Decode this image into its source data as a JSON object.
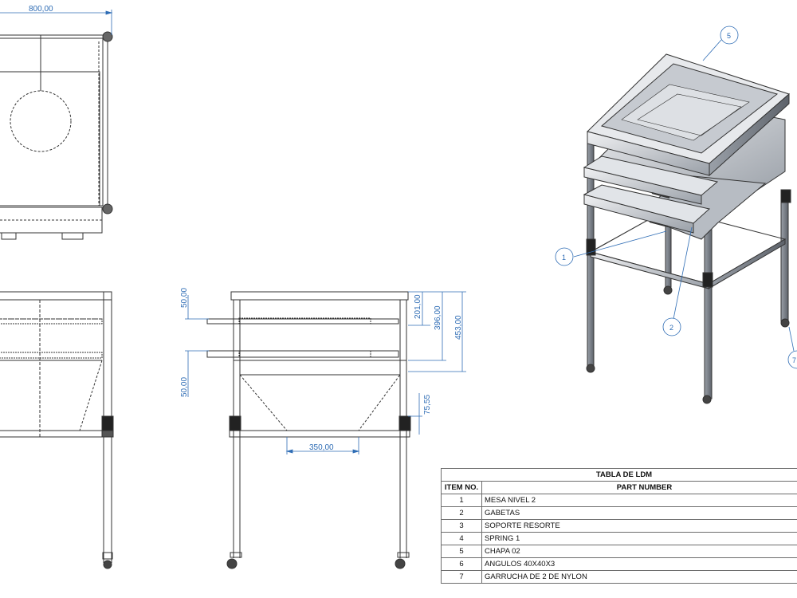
{
  "dimensions": {
    "width_top": "800,00",
    "drawer_offset_top": "50,00",
    "drawer_offset_bottom": "50,00",
    "h_201": "201,00",
    "h_396": "396,00",
    "h_453": "453,00",
    "h_75": "75,55",
    "bottom_width": "350,00"
  },
  "balloons": [
    {
      "id": "1"
    },
    {
      "id": "2"
    },
    {
      "id": "5"
    },
    {
      "id": "7"
    }
  ],
  "bom": {
    "title": "TABLA DE LDM",
    "col_item": "ITEM NO.",
    "col_part": "PART NUMBER",
    "rows": [
      {
        "item": "1",
        "part": "MESA NIVEL 2"
      },
      {
        "item": "2",
        "part": "GABETAS"
      },
      {
        "item": "3",
        "part": "SOPORTE RESORTE"
      },
      {
        "item": "4",
        "part": "SPRING 1"
      },
      {
        "item": "5",
        "part": "CHAPA 02"
      },
      {
        "item": "6",
        "part": "ANGULOS 40X40X3"
      },
      {
        "item": "7",
        "part": "GARRUCHA DE 2 DE NYLON"
      }
    ]
  },
  "colors": {
    "line": "#333333",
    "dimension": "#2f6db5",
    "metal_light": "#d9dce1",
    "metal_dark": "#8a8f97"
  }
}
